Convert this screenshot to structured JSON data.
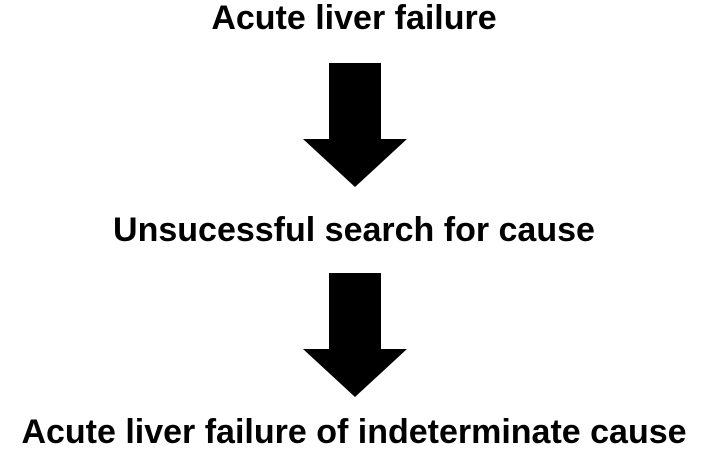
{
  "flowchart": {
    "colors": {
      "background": "#ffffff",
      "foreground": "#000000"
    },
    "nodes": [
      {
        "label": "Acute liver failure"
      },
      {
        "label": "Unsucessful search for cause"
      },
      {
        "label": "Acute liver failure of indeterminate cause"
      }
    ],
    "arrows": [
      {
        "name": "down-arrow-1",
        "direction": "down"
      },
      {
        "name": "down-arrow-2",
        "direction": "down"
      }
    ]
  }
}
